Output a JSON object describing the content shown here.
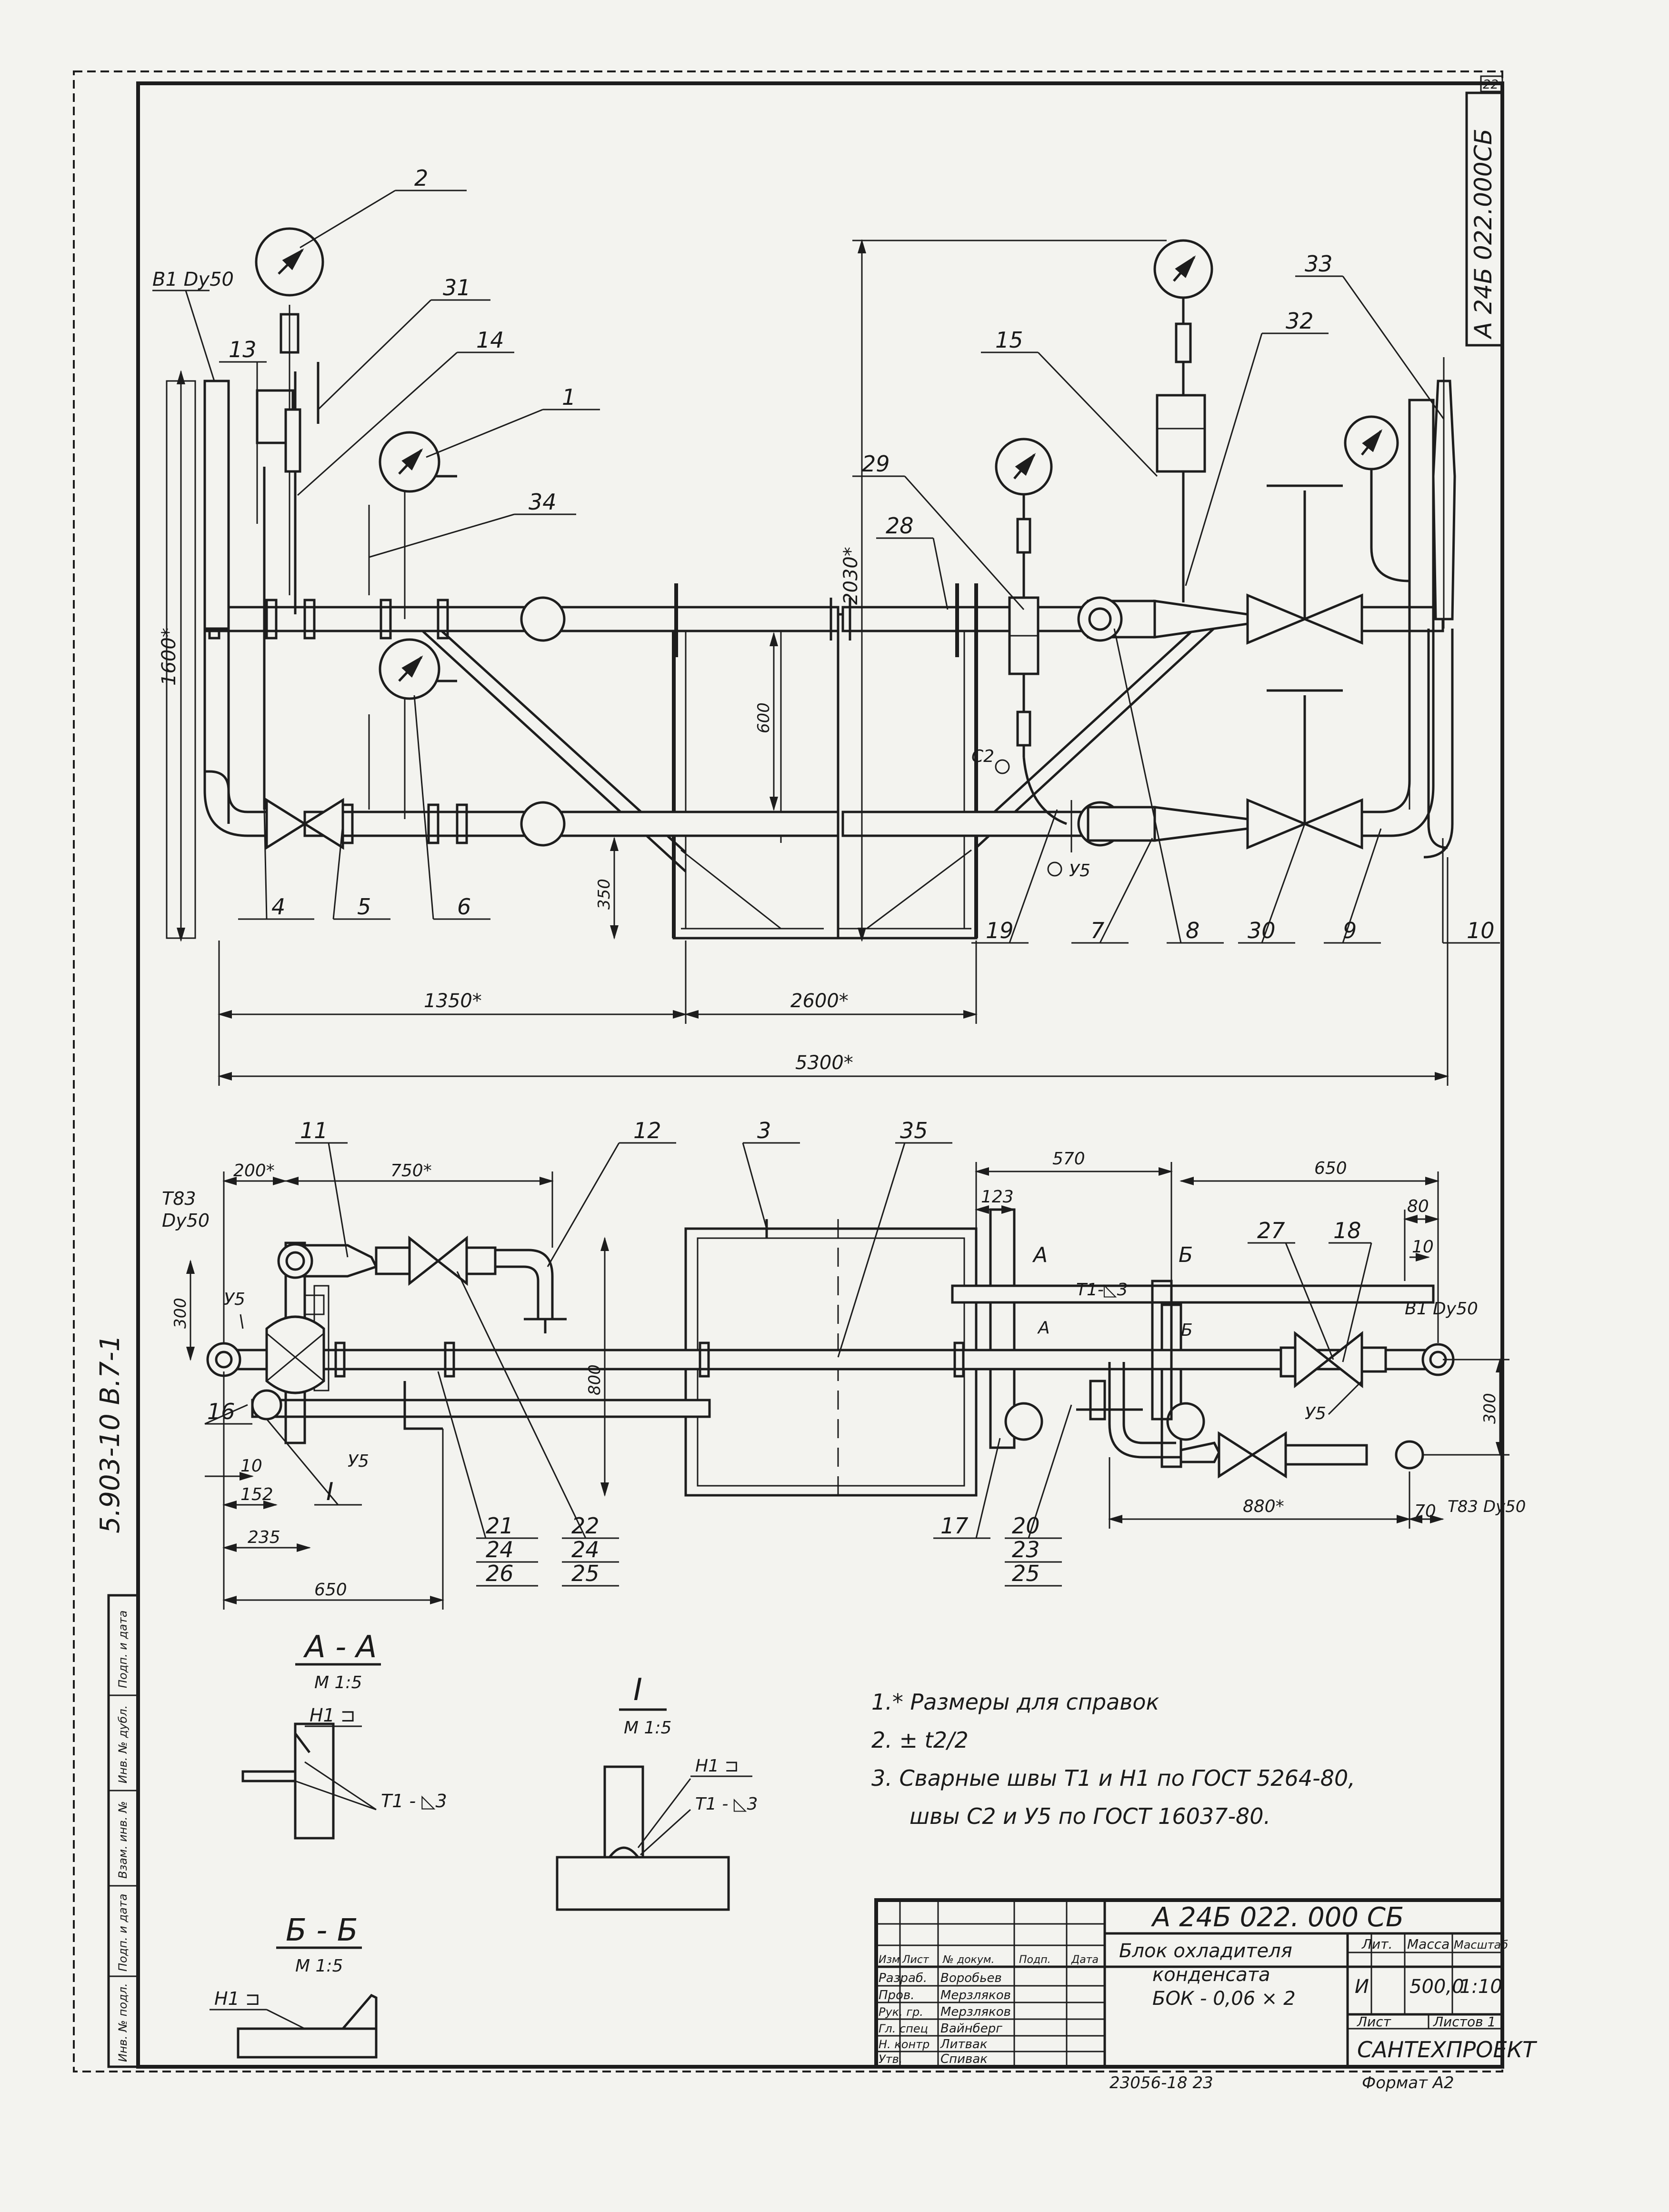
{
  "sheet": {
    "page_no": "22",
    "rotated_code": "А 24Б 022.000СБ",
    "left_code": "5.903-10  В.7-1",
    "side_columns": [
      "Инв. № подл.",
      "Подп. и дата",
      "Взам. инв. №",
      "Инв. № дубл.",
      "Подп. и дата"
    ],
    "bottom_code": "23056-18   23",
    "format": "Формат А2"
  },
  "front_view": {
    "callouts": [
      "2",
      "31",
      "14",
      "13",
      "1",
      "34",
      "15",
      "29",
      "28",
      "33",
      "32",
      "4",
      "5",
      "6",
      "19",
      "7",
      "8",
      "30",
      "9",
      "10"
    ],
    "weld_labels": [
      "С2",
      "У5"
    ],
    "inlet_label": "В1 Dу50",
    "dims": {
      "height_total": "1600*",
      "height_gauge": "2030*",
      "frame_600": "600",
      "base_350": "350",
      "d1350": "1350*",
      "d2600": "2600*",
      "d5300": "5300*"
    }
  },
  "plan_view": {
    "callouts": [
      "11",
      "12",
      "3",
      "35",
      "27",
      "18",
      "16",
      "17",
      "20",
      "21",
      "22"
    ],
    "callout_stacks": [
      [
        "21",
        "24",
        "26"
      ],
      [
        "22",
        "24",
        "25"
      ],
      [
        "20",
        "23",
        "25"
      ]
    ],
    "welds": [
      "У5",
      "У5"
    ],
    "section_marks": [
      "А",
      "А",
      "Б",
      "Б",
      "I"
    ],
    "weld_note": "Т1-◺3",
    "t83_left": "Т83\nDу50",
    "t83_right": "Т83 Dу50",
    "b1_right": "В1 Dу50",
    "dims": {
      "d200": "200*",
      "d750": "750*",
      "d300l": "300",
      "d800": "800",
      "d10l": "10",
      "d152": "152",
      "d235": "235",
      "d650l": "650",
      "d570": "570",
      "d123": "123",
      "d650r": "650",
      "d80": "80",
      "d10r": "10",
      "d300r": "300",
      "d880": "880*",
      "d70": "70"
    }
  },
  "details": {
    "aa_title": "А - А",
    "aa_scale": "М 1:5",
    "i_title": "I",
    "i_scale": "М 1:5",
    "bb_title": "Б - Б",
    "bb_scale": "М 1:5",
    "h1": "Н1 ⊐",
    "t1": "Т1 - ◺3"
  },
  "notes": {
    "n1": "1.* Размеры для справок",
    "n2": "2.  ± t2/2",
    "n3a": "3. Сварные  швы  Т1 и Н1 по ГОСТ 5264-80,",
    "n3b": "швы С2 и У5  по ГОСТ 16037-80."
  },
  "title_block": {
    "doc_code": "А 24Б 022. 000 СБ",
    "name_l1": "Блок охладителя",
    "name_l2": "конденсата",
    "name_l3": "БОК - 0,06 × 2",
    "head": [
      "Изм",
      "Лист",
      "№ докум.",
      "Подп.",
      "Дата"
    ],
    "roles": [
      {
        "role": "Разраб.",
        "name": "Воробьев"
      },
      {
        "role": "Пров.",
        "name": "Мерзляков"
      },
      {
        "role": "Рук. гр.",
        "name": "Мерзляков"
      },
      {
        "role": "Гл. спец",
        "name": "Вайнберг"
      },
      {
        "role": "Н. контр",
        "name": "Литвак"
      },
      {
        "role": "Утв.",
        "name": "Спивак"
      }
    ],
    "lit_label": "Лит.",
    "lit_val": "И",
    "mass_label": "Масса",
    "mass_val": "500,0",
    "scale_label": "Масштаб",
    "scale_val": "1:10",
    "sheet_label": "Лист",
    "sheets_label": "Листов 1",
    "org": "САНТЕХПРОЕКТ"
  }
}
